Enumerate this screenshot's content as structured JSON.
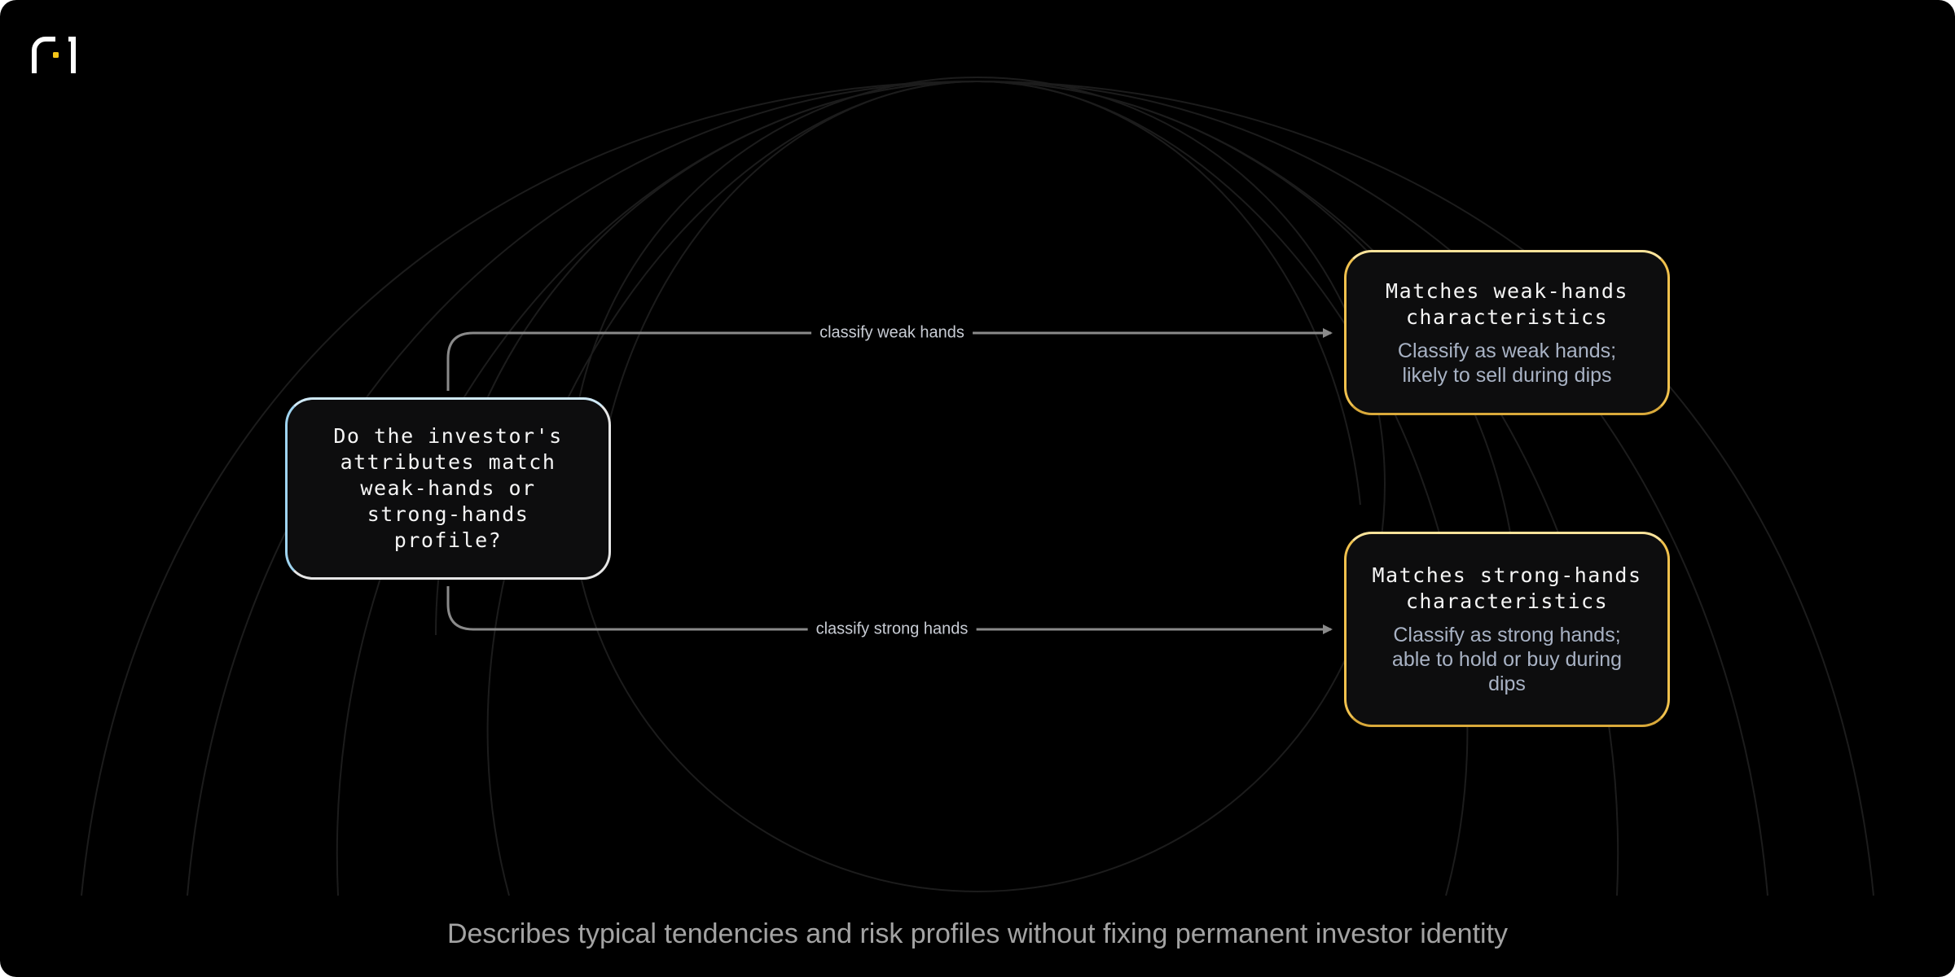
{
  "logo": {
    "icon": "brand-logo-icon",
    "accent_color": "#f5c518"
  },
  "decision": {
    "title": "Do the investor's\nattributes match\nweak-hands or\nstrong-hands\nprofile?"
  },
  "outcomes": [
    {
      "title": "Matches weak-hands\ncharacteristics",
      "description": "Classify as weak hands;\nlikely to sell during dips"
    },
    {
      "title": "Matches strong-hands\ncharacteristics",
      "description": "Classify as strong hands;\nable to hold or buy during\ndips"
    }
  ],
  "edges": [
    {
      "from": "decision",
      "to": "outcome-weak",
      "label": "classify weak hands"
    },
    {
      "from": "decision",
      "to": "outcome-strong",
      "label": "classify strong hands"
    }
  ],
  "caption": "Describes typical tendencies and risk profiles without fixing permanent investor identity",
  "colors": {
    "background": "#000000",
    "outcome_border": "#f0c14d",
    "decision_border_accent": "#9fd4f0",
    "edge": "#8a8a8a"
  }
}
